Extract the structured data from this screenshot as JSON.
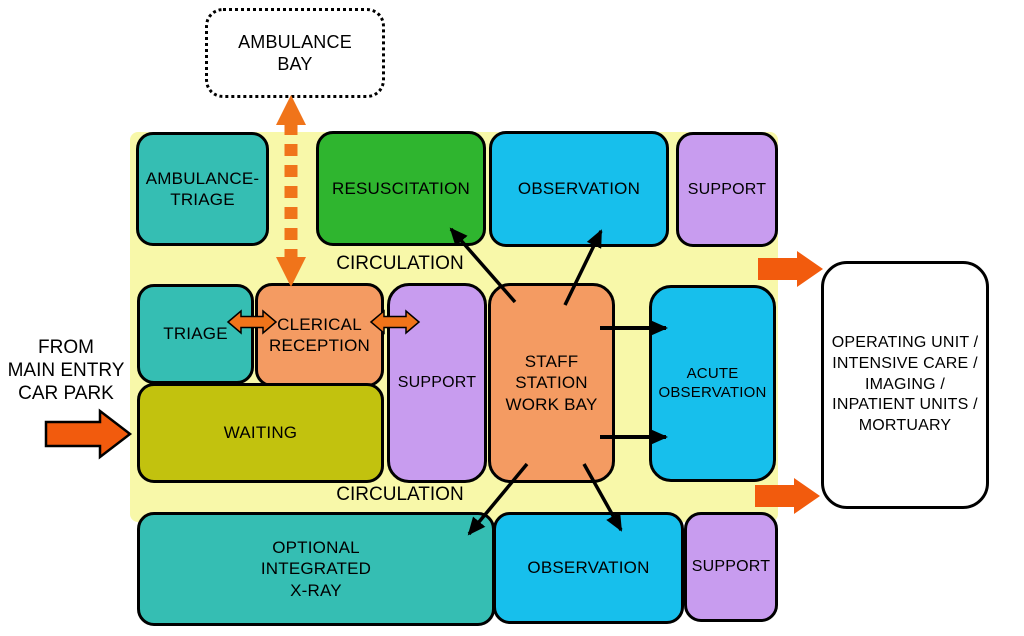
{
  "boxes": {
    "ambulance_bay": {
      "label": "AMBULANCE\nBAY"
    },
    "ambulance_triage": {
      "label": "AMBULANCE-\nTRIAGE"
    },
    "resuscitation": {
      "label": "RESUSCITATION"
    },
    "observation_top": {
      "label": "OBSERVATION"
    },
    "support_top": {
      "label": "SUPPORT"
    },
    "triage": {
      "label": "TRIAGE"
    },
    "clerical_reception": {
      "label": "CLERICAL\nRECEPTION"
    },
    "support_mid": {
      "label": "SUPPORT"
    },
    "staff_station": {
      "label": "STAFF\nSTATION\nWORK BAY"
    },
    "acute_observation": {
      "label": "ACUTE\nOBSERVATION"
    },
    "waiting": {
      "label": "WAITING"
    },
    "optional_integrated_xray": {
      "label": "OPTIONAL\nINTEGRATED\nX-RAY"
    },
    "observation_bottom": {
      "label": "OBSERVATION"
    },
    "support_bottom": {
      "label": "SUPPORT"
    },
    "operating_unit": {
      "label": "OPERATING UNIT /\nINTENSIVE CARE /\nIMAGING /\nINPATIENT UNITS /\nMORTUARY"
    }
  },
  "circulation": {
    "top": "CIRCULATION",
    "bottom": "CIRCULATION"
  },
  "annotations": {
    "from_main_entry": "FROM\nMAIN ENTRY\nCAR PARK"
  },
  "colors": {
    "teal": "#35BEB3",
    "green": "#2FB52F",
    "cyan": "#17BFEC",
    "purple": "#C89CEF",
    "orange_box": "#F49B62",
    "olive": "#C2C20E",
    "circulation_yellow": "#F8F8A9",
    "arrow_orange": "#F25B0D",
    "dashed_arrow_orange": "#F0741A",
    "outline_black": "#000000",
    "background": "#FFFFFF"
  },
  "arrows": {
    "ambulance_bay_link": "dashed-double-arrow-vertical",
    "triage_reception_link": "double-arrow-horizontal",
    "reception_support_link": "double-arrow-horizontal",
    "main_entry": "solid-arrow-right",
    "exit_top": "solid-arrow-right",
    "exit_bottom": "solid-arrow-right",
    "staff_station_links": [
      "to-resuscitation",
      "to-observation-top",
      "to-acute-observation-upper",
      "to-acute-observation-lower",
      "to-xray",
      "to-observation-bottom"
    ]
  }
}
